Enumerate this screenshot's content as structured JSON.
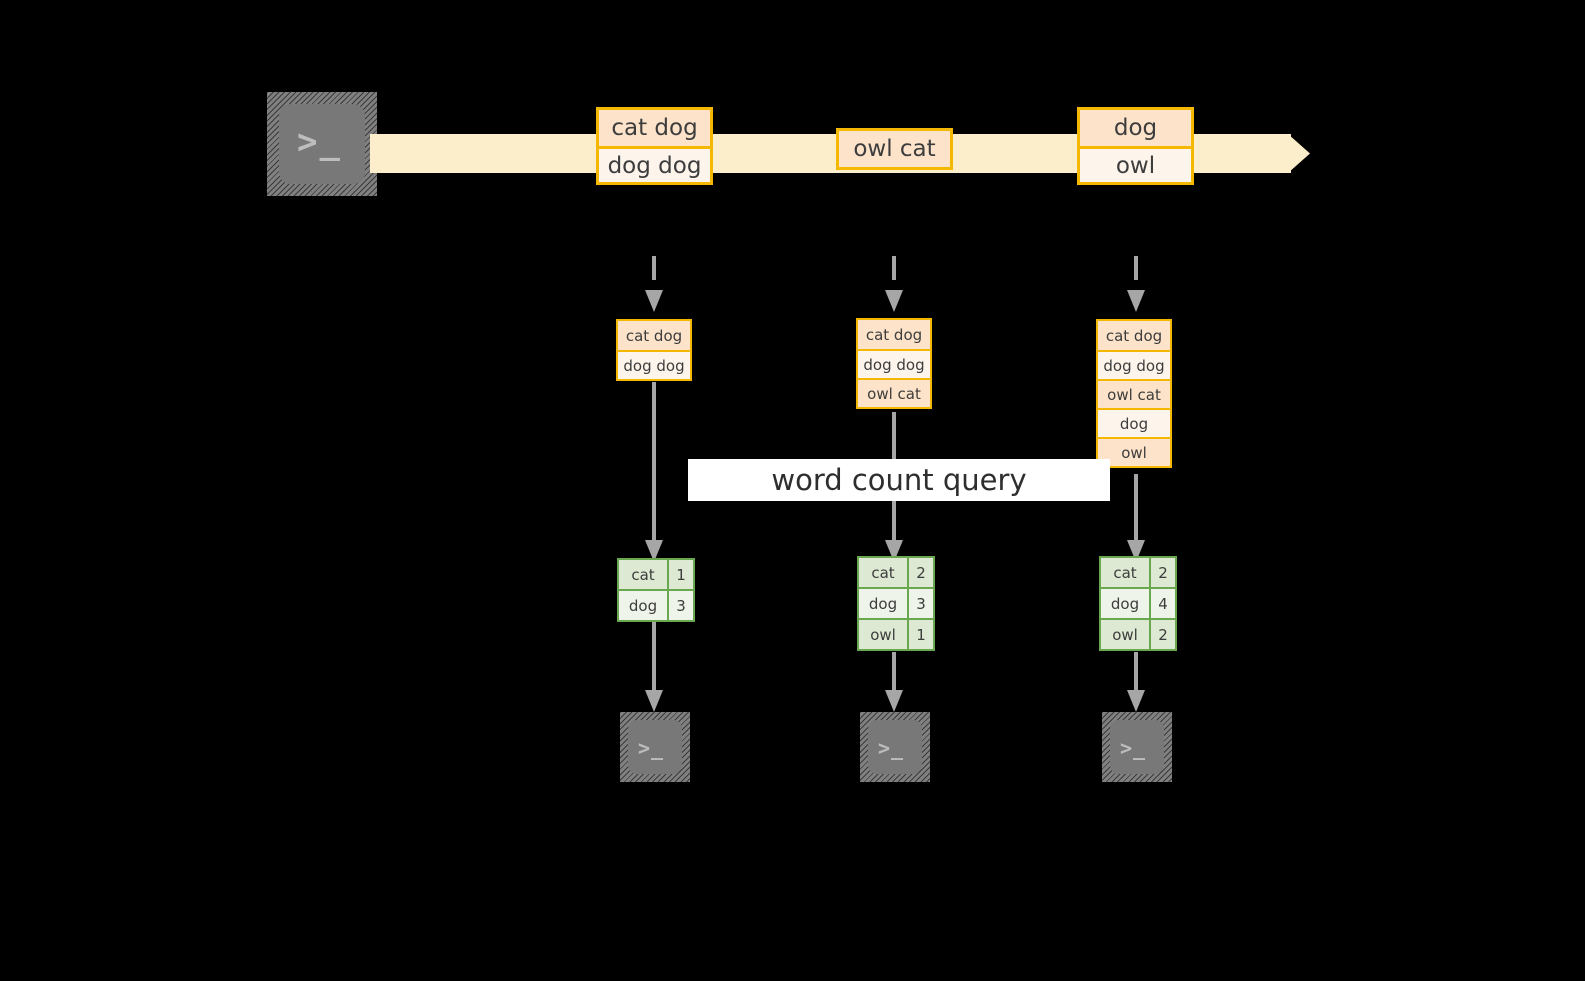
{
  "diagram": {
    "title_label": "word count query",
    "colors": {
      "background": "#000000",
      "stream_band": "#fdeecb",
      "orange_border": "#f5b800",
      "orange_cell_dark": "#fce3c9",
      "orange_cell_light": "#fdf4ec",
      "green_border": "#6aa84f",
      "green_cell_dark": "#dde9d2",
      "green_cell_light": "#eef4e9",
      "terminal_fill": "#787878",
      "connector": "#a6a6a6",
      "label_band": "#ffffff"
    }
  },
  "producer": {
    "icon": "terminal-icon",
    "glyph": ">_"
  },
  "stream": {
    "icon": "arrow-right-icon",
    "messages": [
      {
        "lines": [
          "cat dog",
          "dog dog"
        ]
      },
      {
        "lines": [
          "owl cat"
        ]
      },
      {
        "lines": [
          "dog",
          "owl"
        ]
      }
    ]
  },
  "snapshots": [
    {
      "id": "snapshot-1",
      "input_rows": [
        "cat dog",
        "dog dog"
      ],
      "result": {
        "rows": [
          {
            "word": "cat",
            "count": "1"
          },
          {
            "word": "dog",
            "count": "3"
          }
        ]
      },
      "consumer": {
        "icon": "terminal-icon",
        "glyph": ">_"
      }
    },
    {
      "id": "snapshot-2",
      "input_rows": [
        "cat dog",
        "dog dog",
        "owl cat"
      ],
      "result": {
        "rows": [
          {
            "word": "cat",
            "count": "2"
          },
          {
            "word": "dog",
            "count": "3"
          },
          {
            "word": "owl",
            "count": "1"
          }
        ]
      },
      "consumer": {
        "icon": "terminal-icon",
        "glyph": ">_"
      }
    },
    {
      "id": "snapshot-3",
      "input_rows": [
        "cat dog",
        "dog dog",
        "owl cat",
        "dog",
        "owl"
      ],
      "result": {
        "rows": [
          {
            "word": "cat",
            "count": "2"
          },
          {
            "word": "dog",
            "count": "4"
          },
          {
            "word": "owl",
            "count": "2"
          }
        ]
      },
      "consumer": {
        "icon": "terminal-icon",
        "glyph": ">_"
      }
    }
  ]
}
